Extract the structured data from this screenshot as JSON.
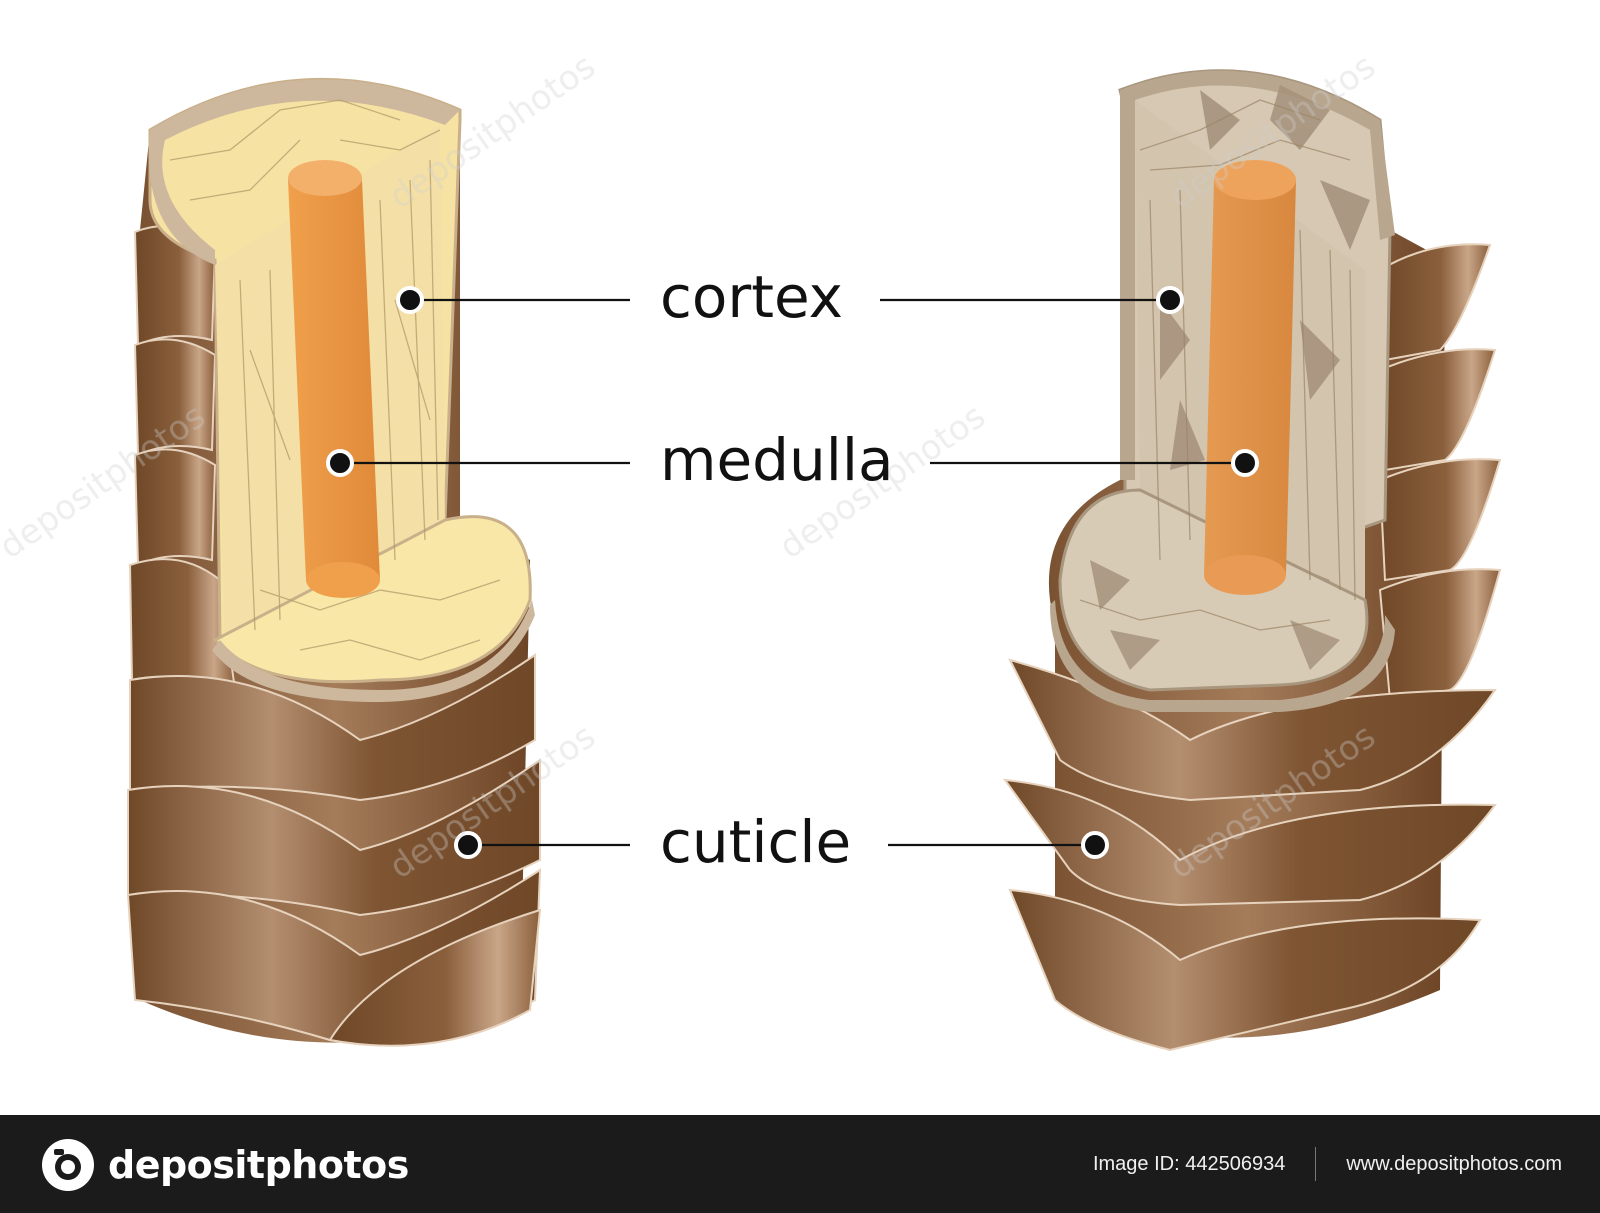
{
  "labels": {
    "cortex": "cortex",
    "medulla": "medulla",
    "cuticle": "cuticle"
  },
  "watermark": "depositphotos",
  "footer": {
    "brand": "depositphotos",
    "image_id": "Image ID: 442506934",
    "site": "www.depositphotos.com"
  },
  "colors": {
    "cuticle_dark": "#6b4427",
    "cuticle_light": "#c9a688",
    "cortex_healthy": "#f6e2a2",
    "cortex_damaged": "#d4c6b1",
    "medulla": "#f0a04b",
    "footer_bg": "#1b1b1b"
  }
}
